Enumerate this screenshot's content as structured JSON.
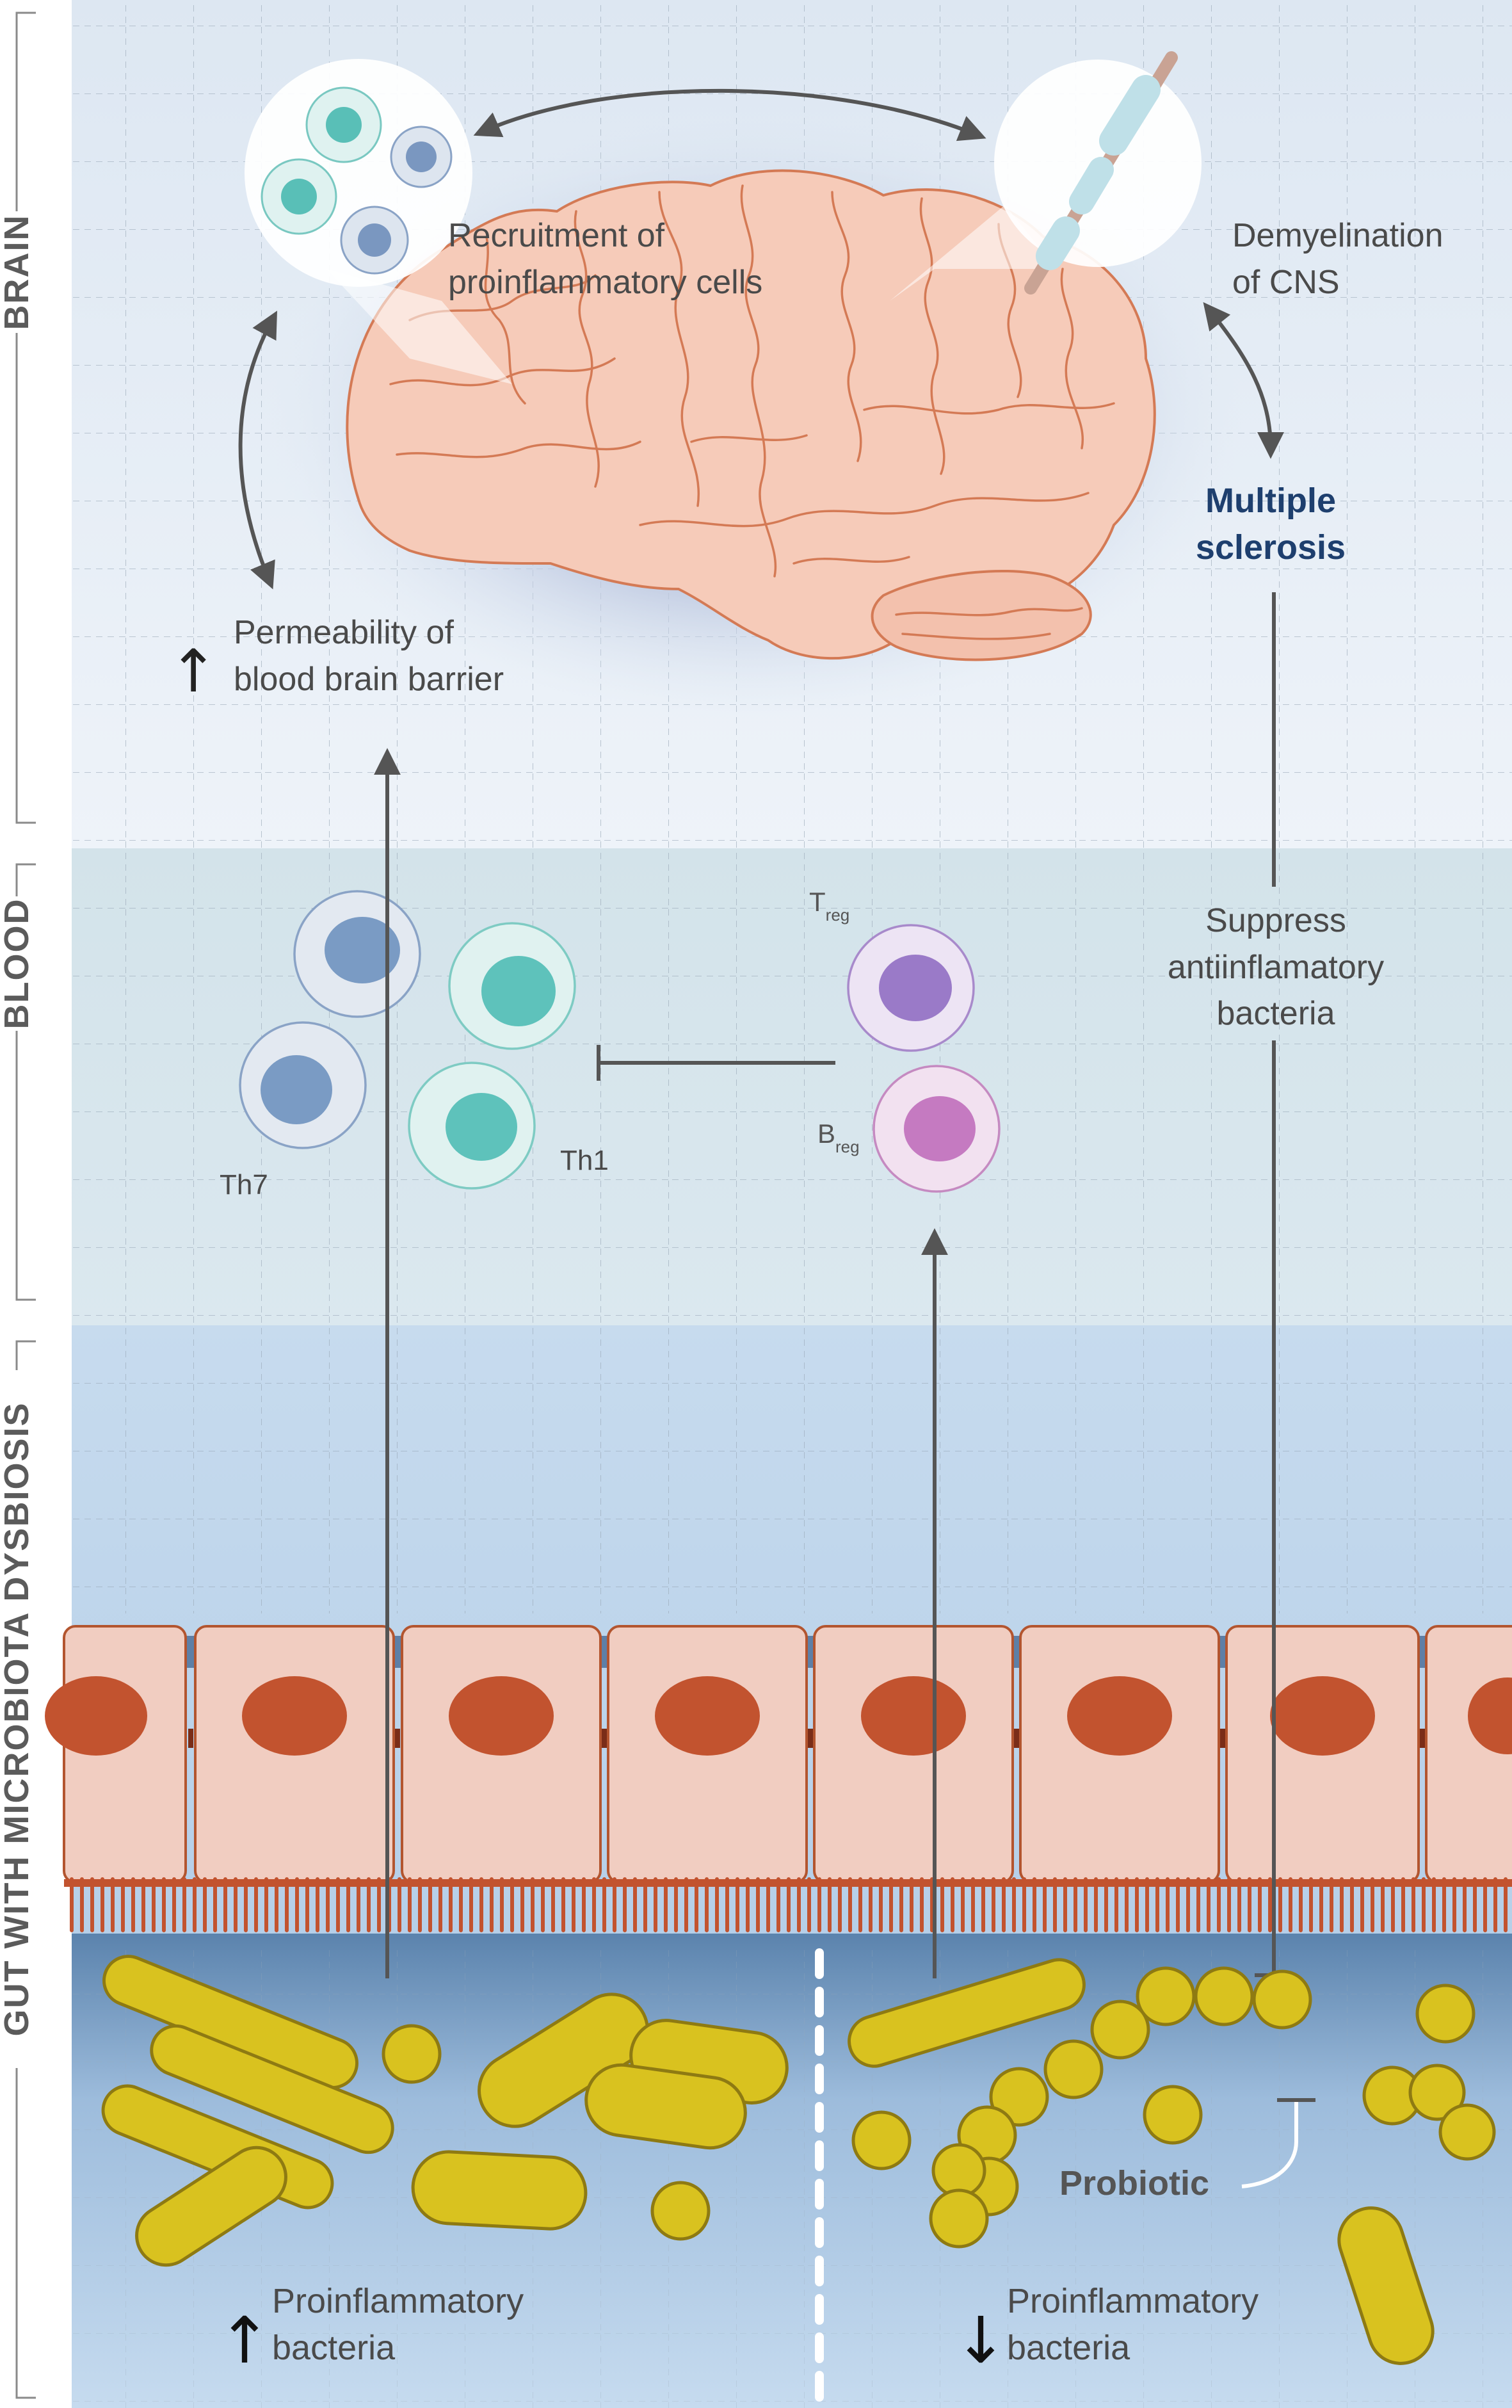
{
  "sections": {
    "brain": "BRAIN",
    "blood": "BLOOD",
    "gut": "GUT WITH MICROBIOTA DYSBIOSIS"
  },
  "brain": {
    "recruitment_line1": "Recruitment of",
    "recruitment_line2": "proinflammatory cells",
    "demyelination_line1": "Demyelination",
    "demyelination_line2": "of CNS",
    "ms_line1": "Multiple",
    "ms_line2": "sclerosis",
    "permeability_arrow": "↑",
    "permeability_line1": "Permeability of",
    "permeability_line2": "blood brain barrier"
  },
  "blood": {
    "treg_main": "T",
    "treg_sub": "reg",
    "breg_main": "B",
    "breg_sub": "reg",
    "th7": "Th7",
    "th1": "Th1",
    "suppress_line1": "Suppress",
    "suppress_line2": "antiinflamatory",
    "suppress_line3": "bacteria"
  },
  "gut": {
    "probiotic": "Probiotic",
    "left_arrow": "↑",
    "left_line1": "Proinflammatory",
    "left_line2": "bacteria",
    "right_arrow": "↓",
    "right_line1": "Proinflammatory",
    "right_line2": "bacteria"
  },
  "colors": {
    "brain_fill": "#f6cbb9",
    "brain_stroke": "#d47a55",
    "nucleus": "#c2532f",
    "epithelium": "#f1cdc1",
    "bacteria": "#d9c21f",
    "bacteria_stroke": "#8e7a12",
    "ms_text": "#1e3f6e",
    "th7_cell": "#7a9bc4",
    "th1_cell": "#5ec2bb",
    "treg_cell": "#9a7ac8",
    "breg_cell": "#c57ac1"
  }
}
